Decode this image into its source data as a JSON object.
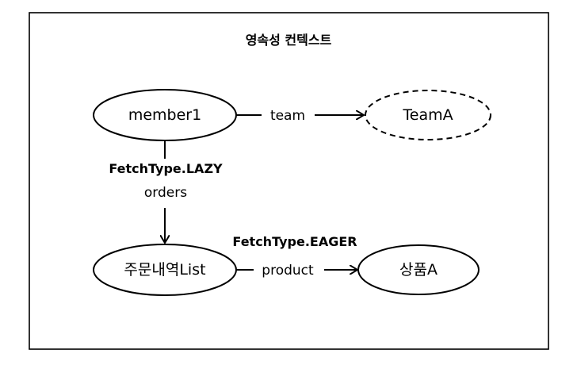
{
  "title": "영속성 컨텍스트",
  "nodes": {
    "member1": "member1",
    "teamA": "TeamA",
    "orderList": "주문내역List",
    "productA": "상품A"
  },
  "edges": {
    "team": "team",
    "orders": "orders",
    "product": "product"
  },
  "fetch_types": {
    "lazy": "FetchType.LAZY",
    "eager": "FetchType.EAGER"
  },
  "styles": {
    "teamA_border": "dashed"
  }
}
